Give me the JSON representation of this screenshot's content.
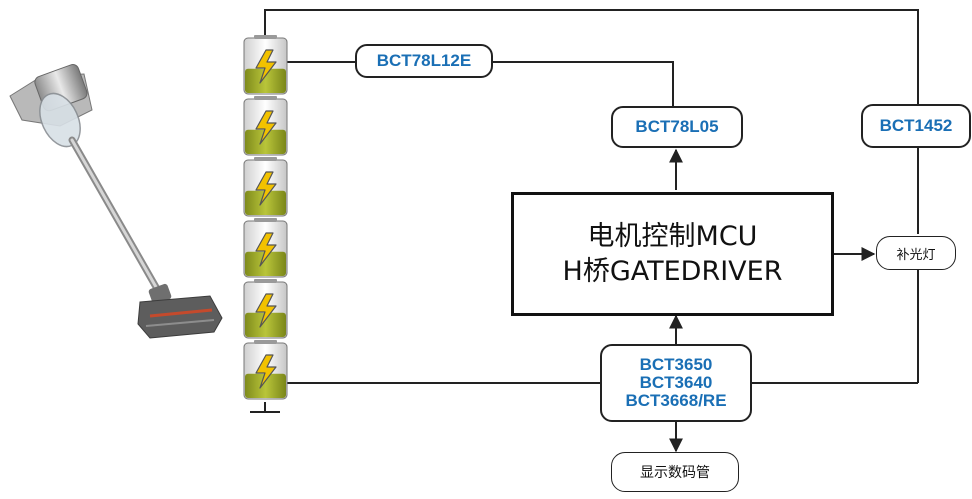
{
  "components": {
    "regulator_12v": "BCT78L12E",
    "regulator_5v": "BCT78L05",
    "monitor": "BCT1452",
    "controller": [
      "BCT3650",
      "BCT3640",
      "BCT3668/RE"
    ]
  },
  "mcu": {
    "line1": "电机控制MCU",
    "line2": "H桥GATEDRIVER"
  },
  "outputs": {
    "fill_light": "补光灯",
    "display": "显示数码管"
  },
  "battery": {
    "cell_count": 6,
    "symbol": "lightning-bolt"
  },
  "colors": {
    "chip_text": "#1a6fb5",
    "line": "#222222",
    "battery_fill": "#a4b22a",
    "bolt": "#f2c200"
  }
}
